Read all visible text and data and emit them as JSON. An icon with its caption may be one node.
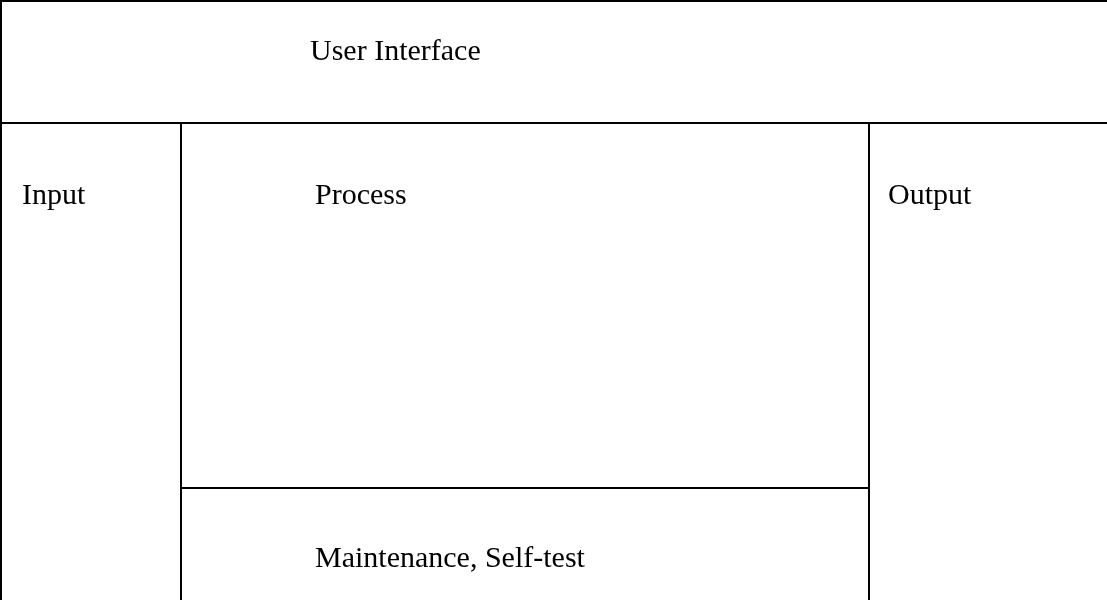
{
  "diagram": {
    "nodes": [
      {
        "text": [
          "User Interface"
        ]
      },
      {
        "text": [
          "Input"
        ]
      },
      {
        "text": [
          "Process"
        ]
      },
      {
        "text": [
          "Output"
        ]
      },
      {
        "text": [
          "Maintenance, Self-test"
        ]
      }
    ],
    "edges": []
  }
}
